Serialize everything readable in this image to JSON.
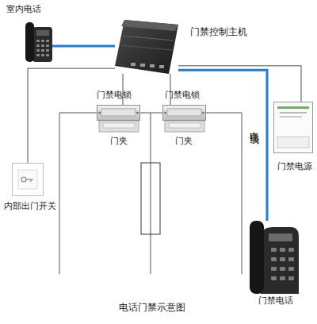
{
  "diagram": {
    "caption": "电话门禁示意图",
    "nodes": [
      {
        "text": [
          "室内电话"
        ]
      },
      {
        "text": [
          "门禁控制主机"
        ]
      },
      {
        "text": [
          "门禁电锁"
        ]
      },
      {
        "text": [
          "门禁电锁"
        ]
      },
      {
        "text": [
          "门禁电源"
        ]
      },
      {
        "text": [
          "内部出门开关"
        ]
      },
      {
        "text": [
          "门禁电话"
        ]
      }
    ],
    "edges": [
      {
        "from": 0,
        "to": 1,
        "arrow": "none"
      },
      {
        "from": 1,
        "to": 6,
        "label": "电话线",
        "arrow": "none"
      },
      {
        "from": 1,
        "to": 4,
        "arrow": "none"
      },
      {
        "from": 1,
        "to": 3,
        "arrow": "none"
      },
      {
        "from": 1,
        "to": 2,
        "arrow": "none"
      },
      {
        "from": 5,
        "to": 1,
        "arrow": "none"
      }
    ],
    "labels": [
      "门夹",
      "门夹"
    ]
  }
}
